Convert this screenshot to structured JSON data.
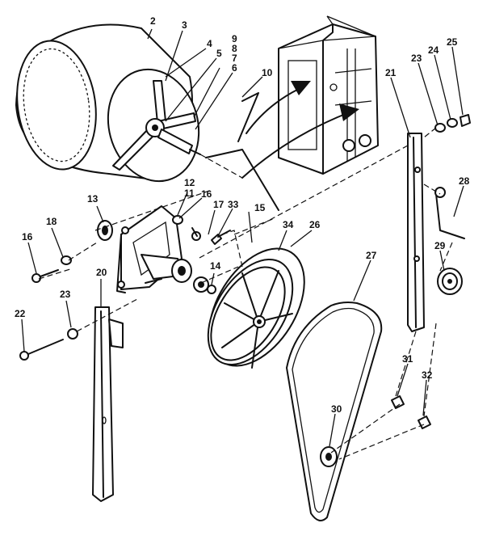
{
  "labels": {
    "l2": "2",
    "l3": "3",
    "l4": "4",
    "l5": "5",
    "l6": "6",
    "l7": "7",
    "l8": "8",
    "l9": "9",
    "l10": "10",
    "l11": "11",
    "l12": "12",
    "l13": "13",
    "l14": "14",
    "l15": "15",
    "l16a": "16",
    "l16b": "16",
    "l17": "17",
    "l18": "18",
    "l20": "20",
    "l21": "21",
    "l22": "22",
    "l23a": "23",
    "l23b": "23",
    "l24": "24",
    "l25": "25",
    "l26": "26",
    "l27": "27",
    "l28": "28",
    "l29": "29",
    "l30": "30",
    "l31": "31",
    "l32": "32",
    "l33": "33",
    "l34": "34"
  }
}
